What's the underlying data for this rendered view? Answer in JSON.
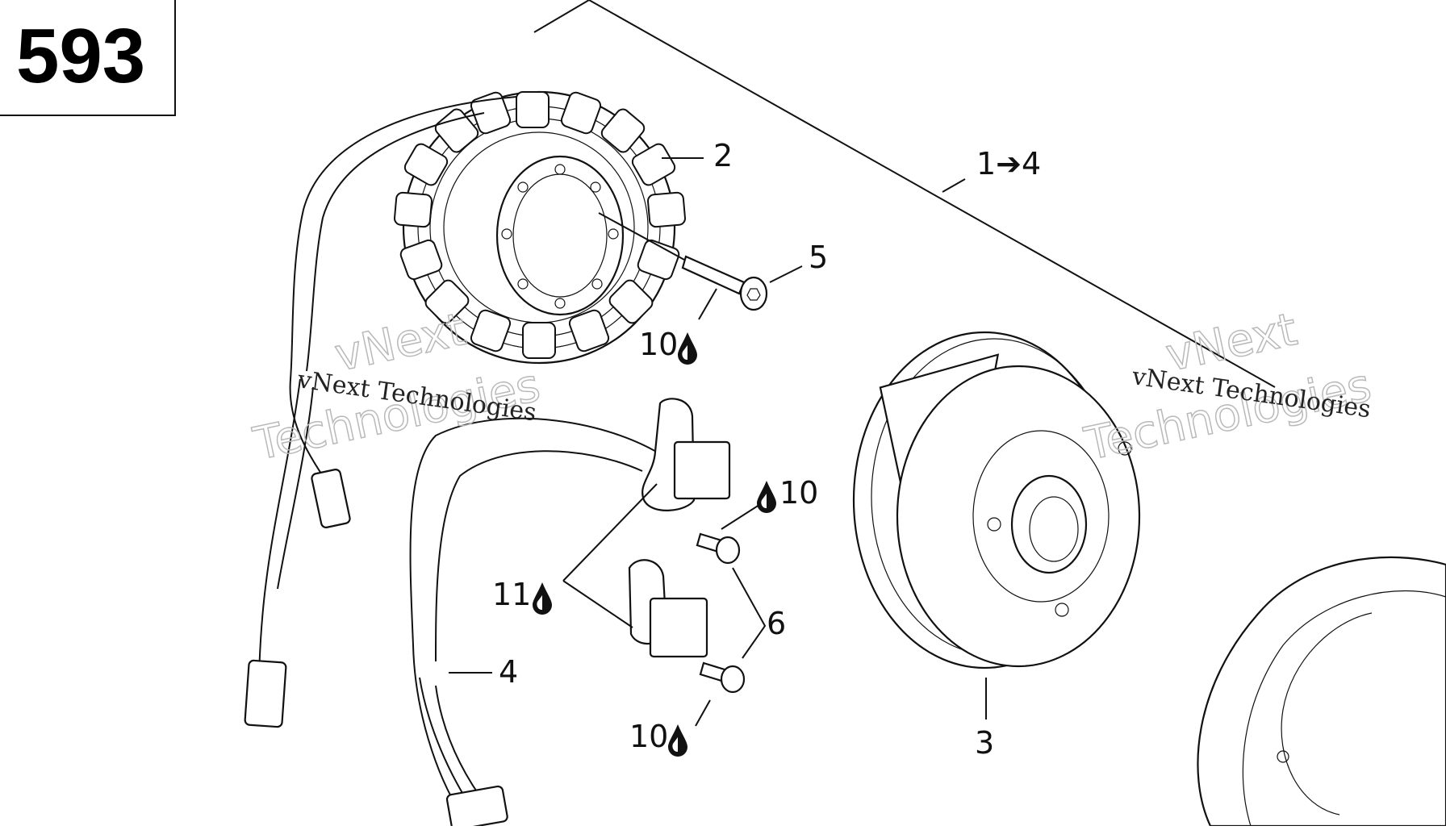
{
  "page_number": "593",
  "callouts": {
    "assembly": "1➔4",
    "stator": "2",
    "flywheel": "3",
    "harness": "4",
    "stator_screw": "5",
    "sensor_screws": "6",
    "torque_stator_screw": "10",
    "torque_sensor_top": "10",
    "torque_sensor_bottom": "10",
    "torque_sensor_bracket": "11"
  },
  "watermark": {
    "line1": "vNext Technologies",
    "outline_line1": "vNext",
    "outline_line2": "Technologies"
  },
  "icons": {
    "loctite_drop": "drop-icon"
  }
}
